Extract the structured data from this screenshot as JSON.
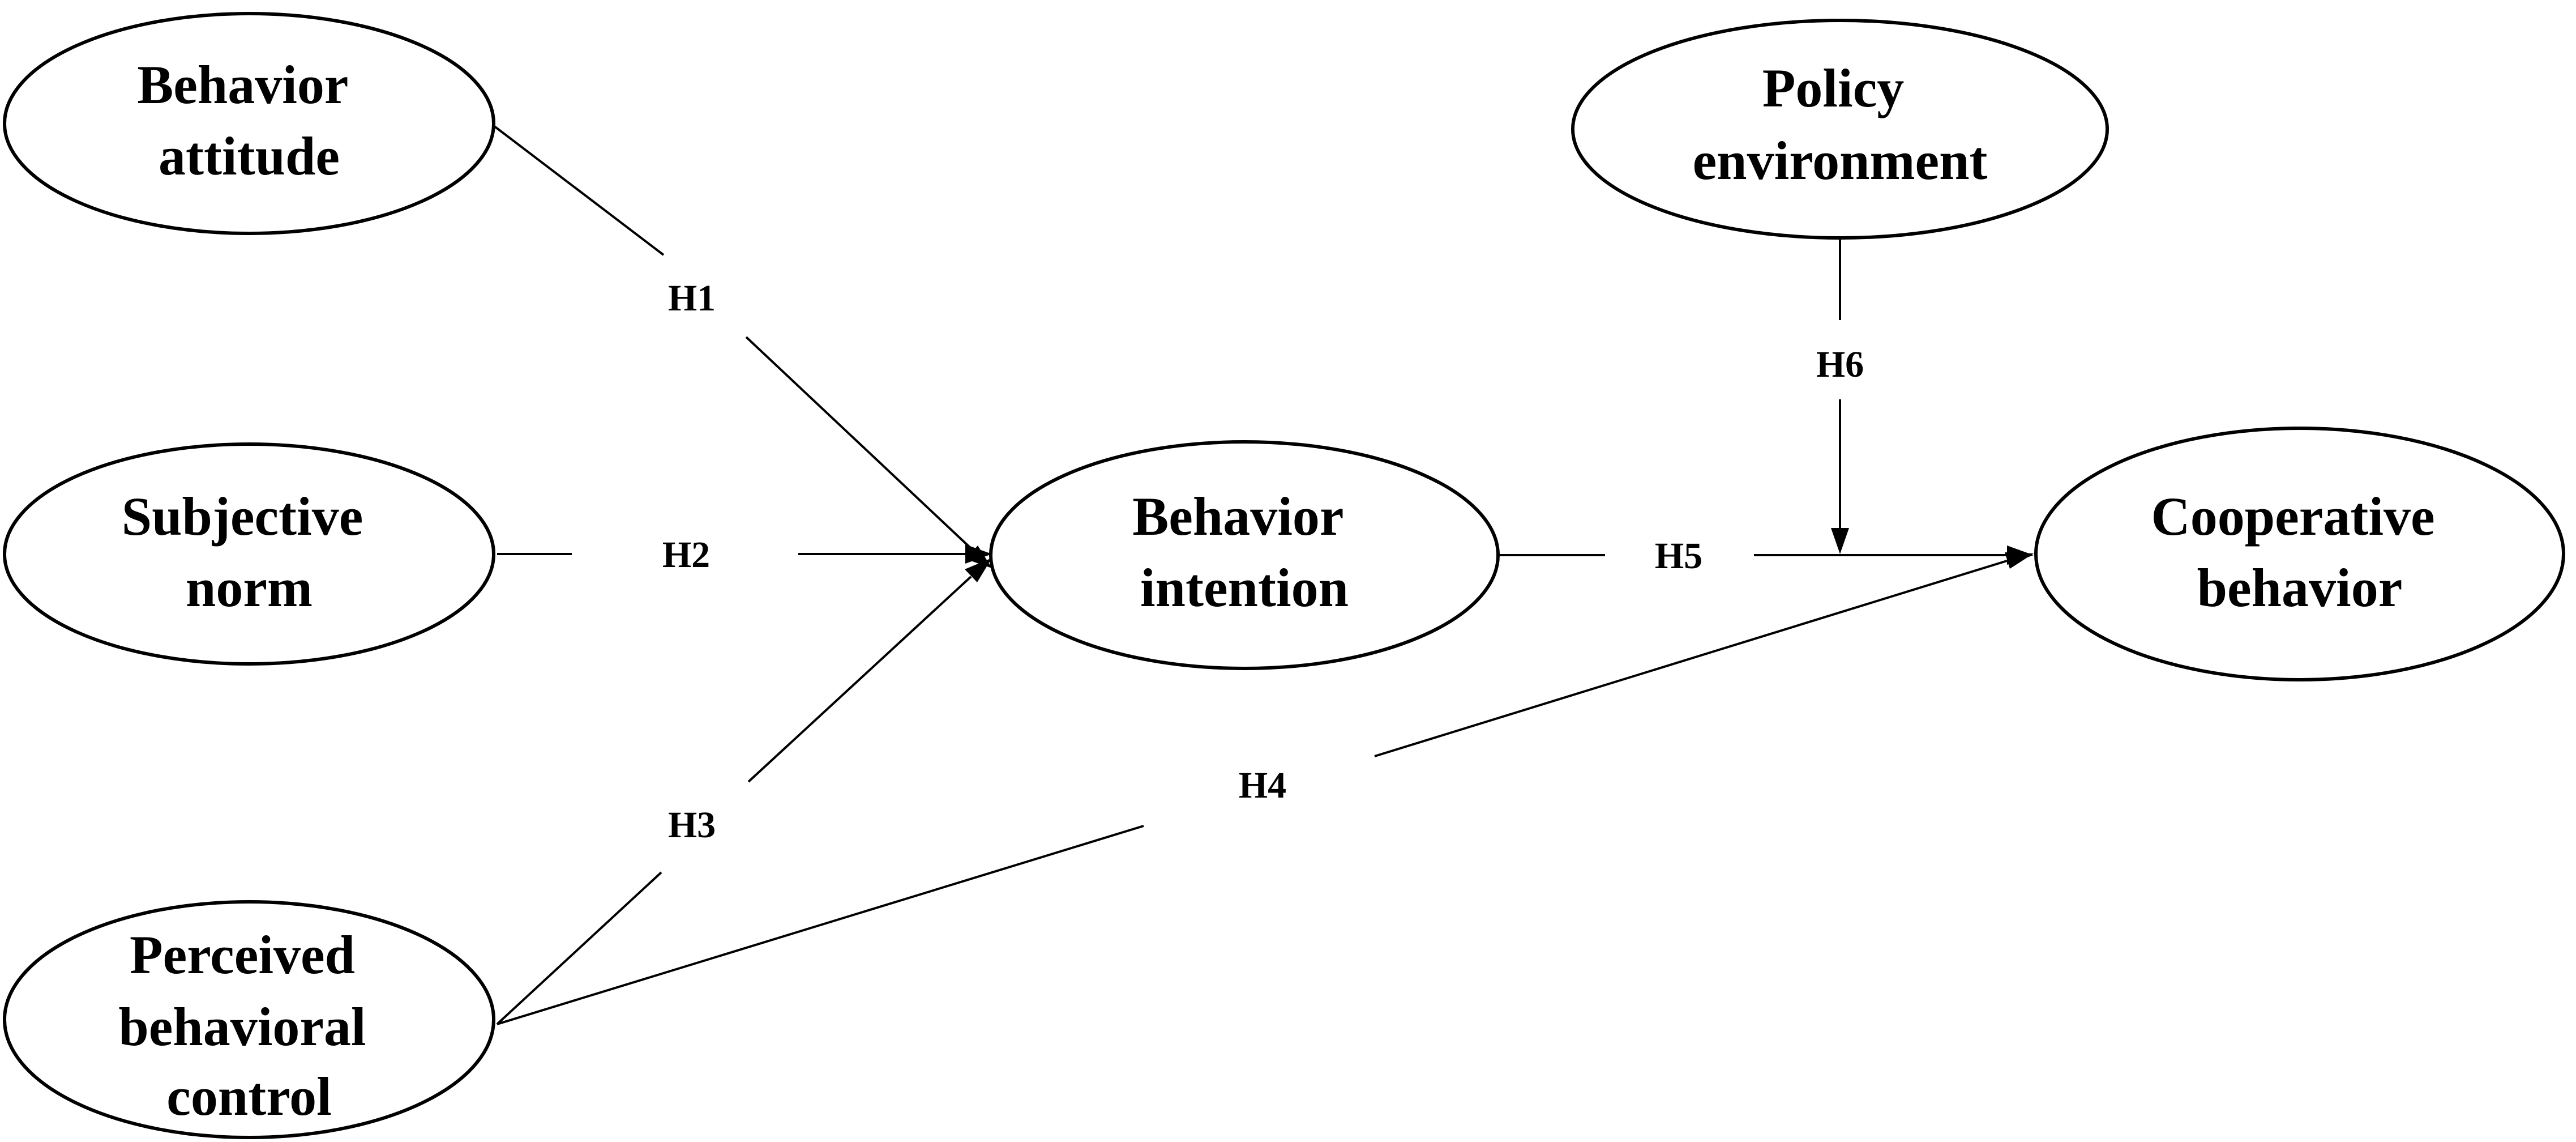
{
  "nodes": {
    "behavior_attitude": {
      "lines": [
        "Behavior",
        "attitude"
      ]
    },
    "subjective_norm": {
      "lines": [
        "Subjective",
        "norm"
      ]
    },
    "perceived_behavioral_control": {
      "lines": [
        "Perceived",
        "behavioral",
        "control"
      ]
    },
    "behavior_intention": {
      "lines": [
        "Behavior",
        "intention"
      ]
    },
    "policy_environment": {
      "lines": [
        "Policy",
        "environment"
      ]
    },
    "cooperative_behavior": {
      "lines": [
        "Cooperative",
        "behavior"
      ]
    }
  },
  "edges": {
    "h1": {
      "label": "H1"
    },
    "h2": {
      "label": "H2"
    },
    "h3": {
      "label": "H3"
    },
    "h4": {
      "label": "H4"
    },
    "h5": {
      "label": "H5"
    },
    "h6": {
      "label": "H6"
    }
  },
  "colors": {
    "stroke": "#000000",
    "fill": "#ffffff",
    "text": "#000000"
  }
}
